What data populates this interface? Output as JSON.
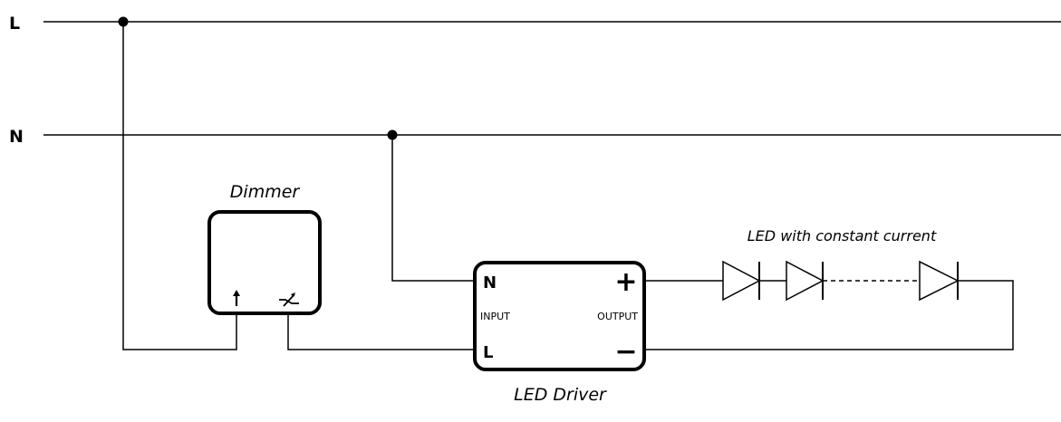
{
  "rails": {
    "line": "L",
    "neutral": "N"
  },
  "dimmer": {
    "title": "Dimmer"
  },
  "led_driver": {
    "title": "LED Driver",
    "terminal_n": "N",
    "terminal_l": "L",
    "terminal_plus": "+",
    "terminal_minus": "−",
    "input_label": "INPUT",
    "output_label": "OUTPUT"
  },
  "led_string": {
    "label": "LED with constant current"
  }
}
